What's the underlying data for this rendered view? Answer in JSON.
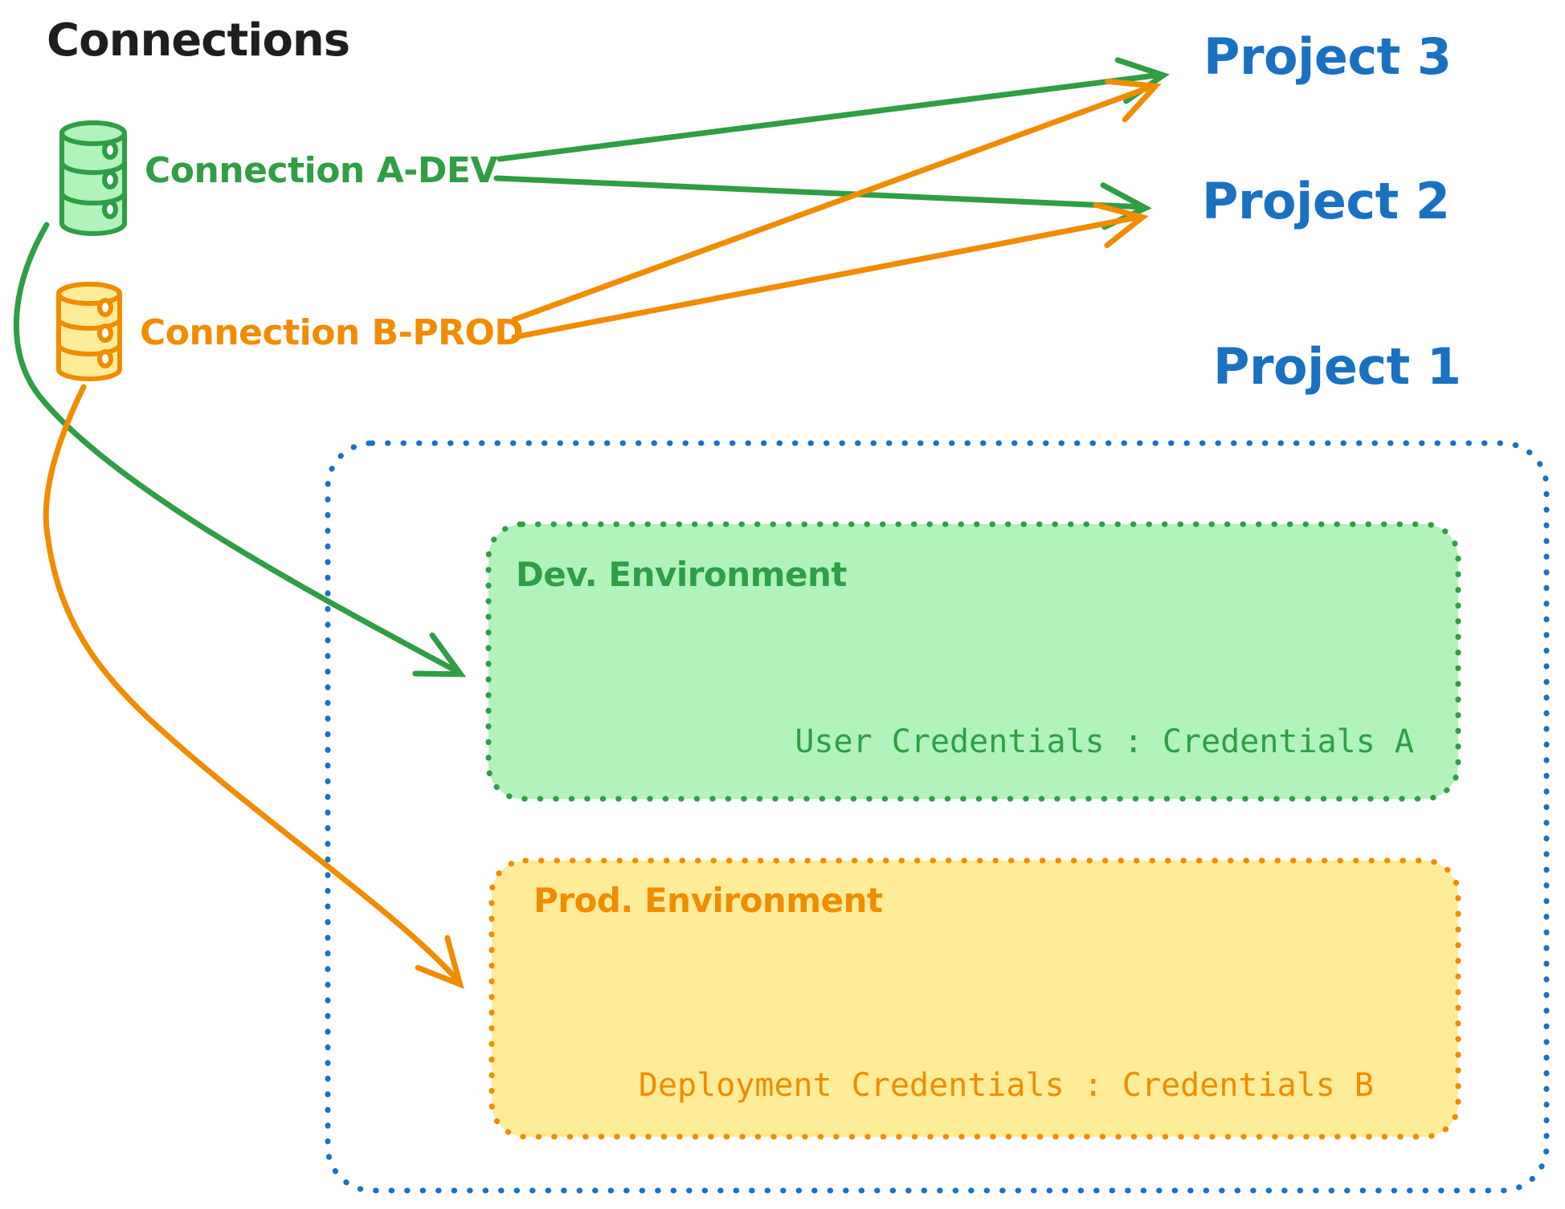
{
  "title": "Connections",
  "colors": {
    "background": "#ffffff",
    "black": "#1e1e1e",
    "blue": "#1971c2",
    "green": "#2f9e44",
    "green_fill": "#b2f2bb",
    "orange": "#f08c00",
    "orange_fill": "#ffec99"
  },
  "connections": [
    {
      "label": "Connection A-DEV",
      "icon": "database-cylinder-icon",
      "color": "#2f9e44"
    },
    {
      "label": "Connection B-PROD",
      "icon": "database-cylinder-icon",
      "color": "#f08c00"
    }
  ],
  "projects": [
    {
      "label": "Project 3"
    },
    {
      "label": "Project 2"
    },
    {
      "label": "Project 1"
    }
  ],
  "project1": {
    "environments": [
      {
        "label": "Dev. Environment",
        "credentials_text": "User Credentials : Credentials A",
        "border_color": "#2f9e44",
        "fill_color": "#b2f2bb"
      },
      {
        "label": "Prod. Environment",
        "credentials_text": "Deployment Credentials : Credentials B",
        "border_color": "#f08c00",
        "fill_color": "#ffec99"
      }
    ]
  },
  "arrows": [
    {
      "from": "Connection A-DEV",
      "to": "Project 3",
      "color": "#2f9e44",
      "style": "straight"
    },
    {
      "from": "Connection A-DEV",
      "to": "Project 2",
      "color": "#2f9e44",
      "style": "straight"
    },
    {
      "from": "Connection B-PROD",
      "to": "Project 3",
      "color": "#f08c00",
      "style": "straight"
    },
    {
      "from": "Connection B-PROD",
      "to": "Project 2",
      "color": "#f08c00",
      "style": "straight"
    },
    {
      "from": "Connection A-DEV",
      "to": "Dev. Environment",
      "color": "#2f9e44",
      "style": "curved"
    },
    {
      "from": "Connection B-PROD",
      "to": "Prod. Environment",
      "color": "#f08c00",
      "style": "curved"
    }
  ]
}
